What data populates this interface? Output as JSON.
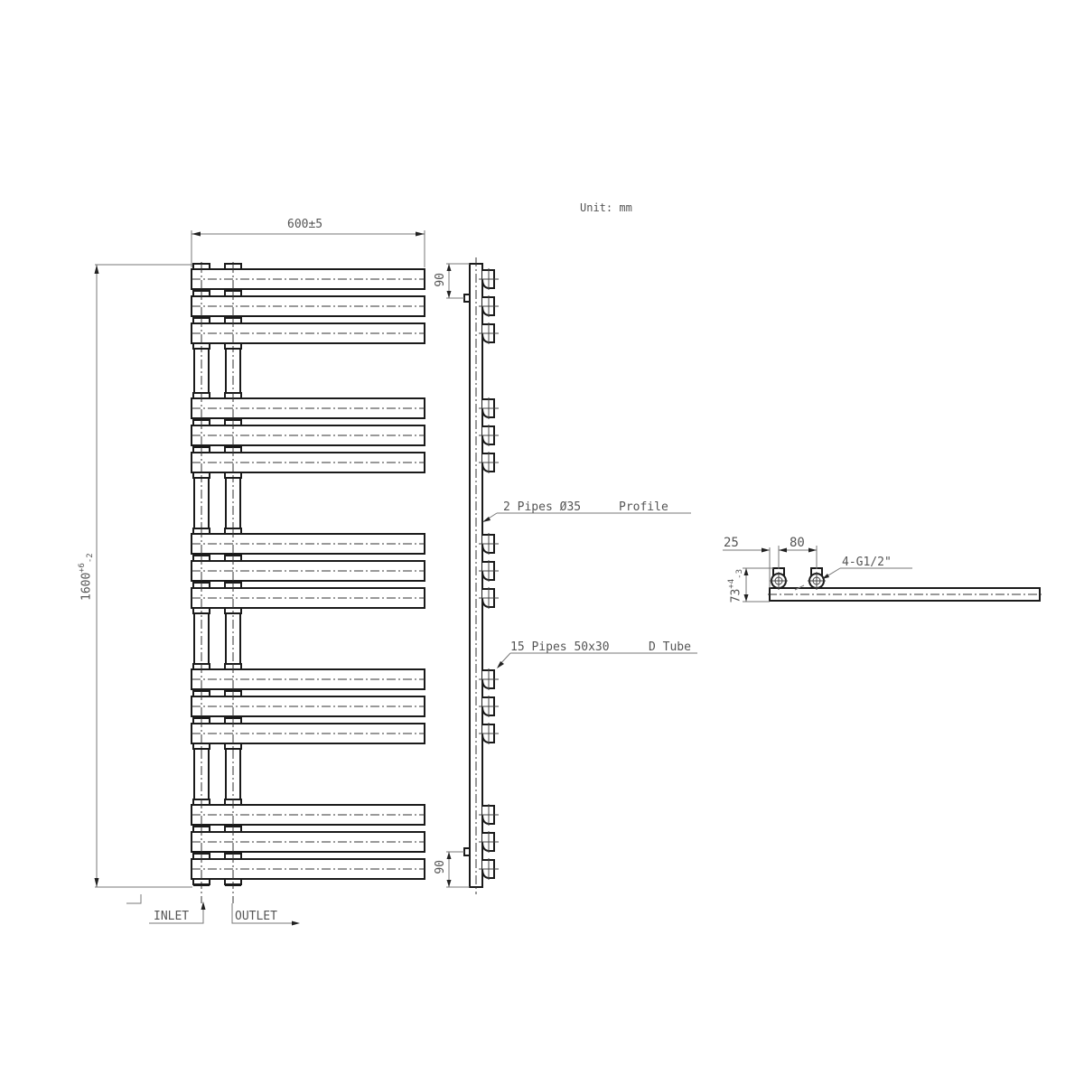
{
  "drawing": {
    "unit_label": "Unit: mm",
    "width_dimension": "600±5",
    "height_dimension": "1600",
    "height_tolerance_upper": "+6",
    "height_tolerance_lower": "-2",
    "top_spacing_dimension": "90",
    "bottom_spacing_dimension": "90",
    "inlet_label": "INLET",
    "outlet_label": "OUTLET",
    "profile_callout": {
      "left": "2 Pipes Ø35",
      "right": "Profile"
    },
    "tube_callout": {
      "left": "15 Pipes 50x30",
      "right": "D Tube"
    },
    "top_view": {
      "offset_dimension": "25",
      "pipe_centers_dimension": "80",
      "depth_dimension": "73",
      "depth_tolerance_upper": "+4",
      "depth_tolerance_lower": "-3",
      "connection_callout": "4-G1/2\""
    },
    "bar_groups": [
      {
        "y": [
          298,
          328,
          358
        ]
      },
      {
        "y": [
          441,
          471,
          501
        ]
      },
      {
        "y": [
          591,
          621,
          651
        ]
      },
      {
        "y": [
          741,
          771,
          801
        ]
      },
      {
        "y": [
          891,
          921,
          951
        ]
      }
    ],
    "bar_count": 15,
    "colors": {
      "line": "#1a1a1a",
      "dimension": "#777777",
      "text": "#555555",
      "background": "#ffffff"
    }
  }
}
